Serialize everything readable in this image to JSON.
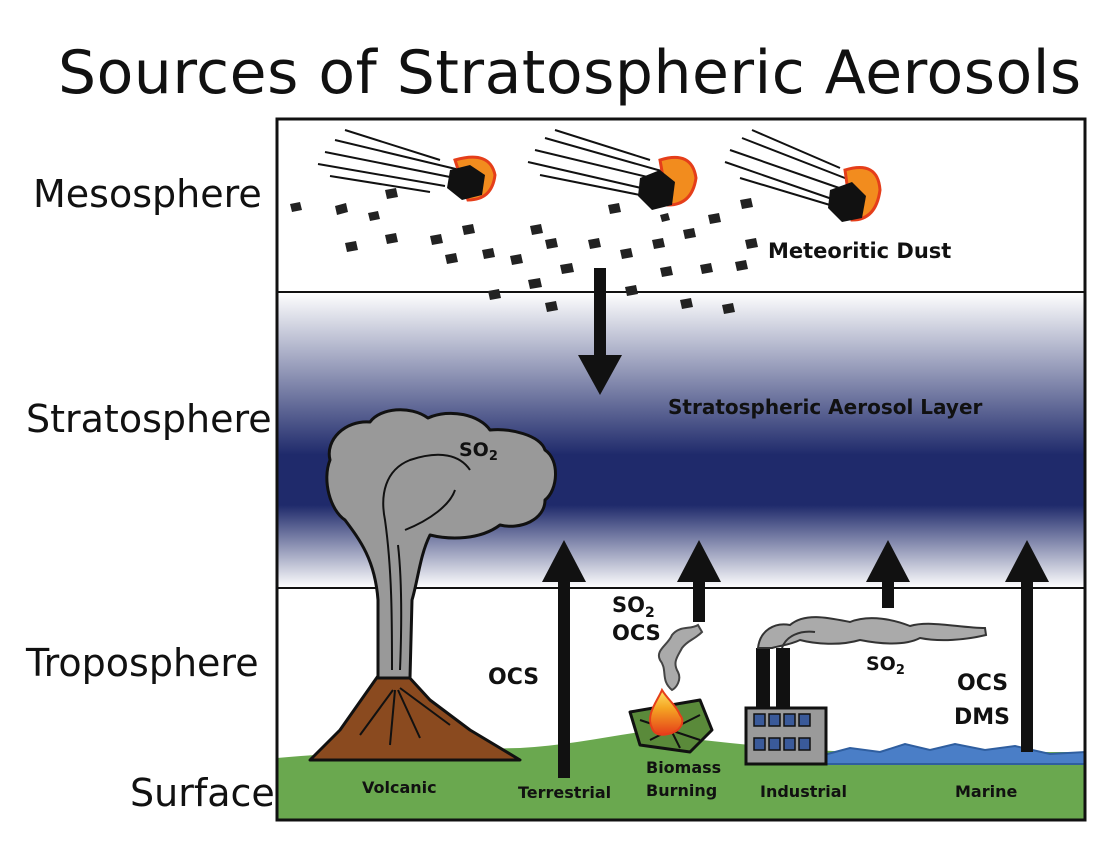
{
  "title": "Sources of Stratospheric Aerosols",
  "layers": {
    "mesosphere": "Mesosphere",
    "stratosphere": "Stratosphere",
    "troposphere": "Troposphere",
    "surface": "Surface"
  },
  "annotations": {
    "meteoritic_dust": "Meteoritic Dust",
    "aerosol_layer": "Stratospheric Aerosol Layer",
    "volcanic_so2": "SO",
    "so2_subscript": "2",
    "biomass_so2": "SO",
    "biomass_ocs": "OCS",
    "terrestrial_ocs": "OCS",
    "industrial_so2": "SO",
    "marine_ocs": "OCS",
    "marine_dms": "DMS"
  },
  "sources": {
    "volcanic": "Volcanic",
    "terrestrial": "Terrestrial",
    "biomass_line1": "Biomass",
    "biomass_line2": "Burning",
    "industrial": "Industrial",
    "marine": "Marine"
  },
  "colors": {
    "aerosol_band": "#1f2a6b",
    "ground": "#6aa84f",
    "ocean": "#4a7ec7",
    "plume": "#999999",
    "volcano": "#8a4a1f",
    "flame": "#f28c1e"
  }
}
